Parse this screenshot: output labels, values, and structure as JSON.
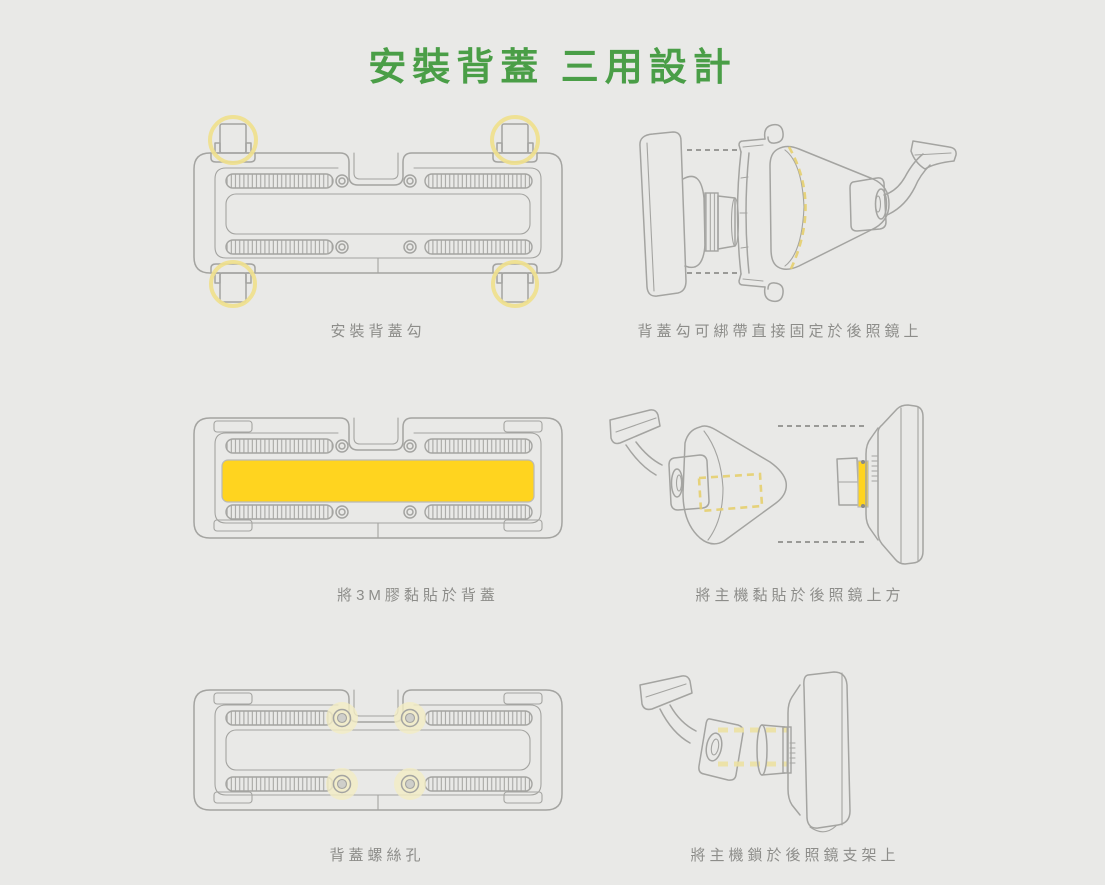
{
  "title": {
    "text": "安裝背蓋 三用設計"
  },
  "colors": {
    "bg": "#e9e9e7",
    "line": "#a4a4a1",
    "line-soft": "#b9b9b6",
    "title-green": "#4a9e47",
    "caption": "#8d8d8a",
    "accent-yellow": "#ffd41f",
    "ring-yellow": "#efdf8d",
    "dash-yellow": "#e6cf6e",
    "band-yellow": "#ece1a2",
    "glow-yellow": "#f2ecc4",
    "dash-gray": "#8f8f8c"
  },
  "figures": [
    {
      "caption": "安裝背蓋勾"
    },
    {
      "caption": "背蓋勾可綁帶直接固定於後照鏡上"
    },
    {
      "caption": "將3M膠黏貼於背蓋"
    },
    {
      "caption": "將主機黏貼於後照鏡上方"
    },
    {
      "caption": "背蓋螺絲孔"
    },
    {
      "caption": "將主機鎖於後照鏡支架上"
    }
  ]
}
